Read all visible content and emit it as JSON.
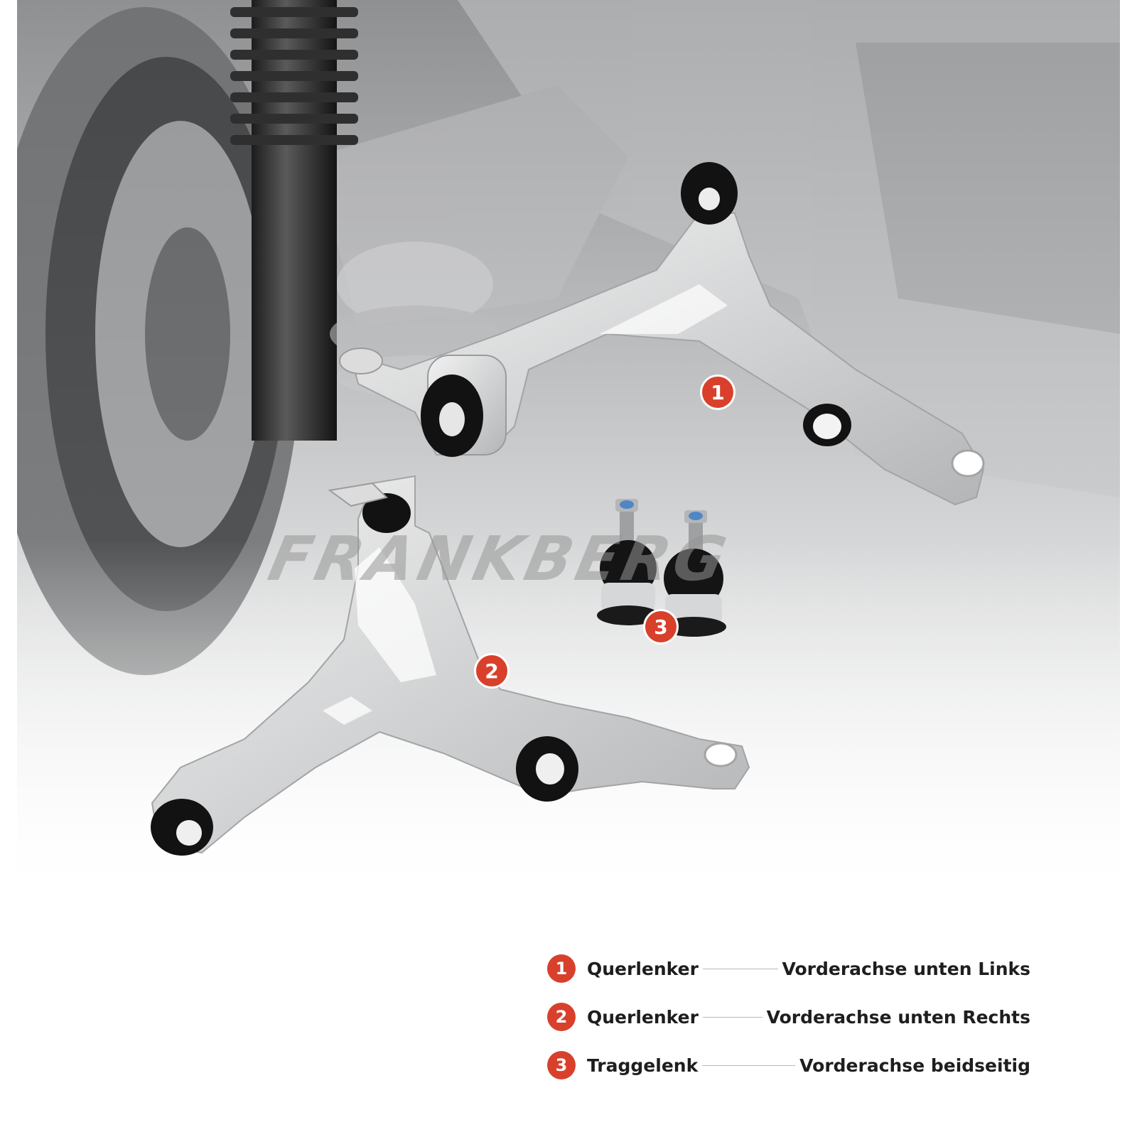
{
  "brand_watermark": "FRANKBERG",
  "callouts": [
    {
      "number": "1"
    },
    {
      "number": "2"
    },
    {
      "number": "3"
    }
  ],
  "legend": [
    {
      "number": "1",
      "part": "Querlenker",
      "position": "Vorderachse unten Links"
    },
    {
      "number": "2",
      "part": "Querlenker",
      "position": "Vorderachse unten Rechts"
    },
    {
      "number": "3",
      "part": "Traggelenk",
      "position": "Vorderachse beidseitig"
    }
  ],
  "colors": {
    "badge": "#d8402c",
    "text": "#1e1e1e",
    "divider": "#b9b9b9",
    "aluminum": "#d9dadb",
    "bushing": "#111111"
  },
  "icons": [
    "control-arm-left",
    "control-arm-right",
    "ball-joint-left",
    "ball-joint-right",
    "suspension-strut",
    "wheel"
  ]
}
